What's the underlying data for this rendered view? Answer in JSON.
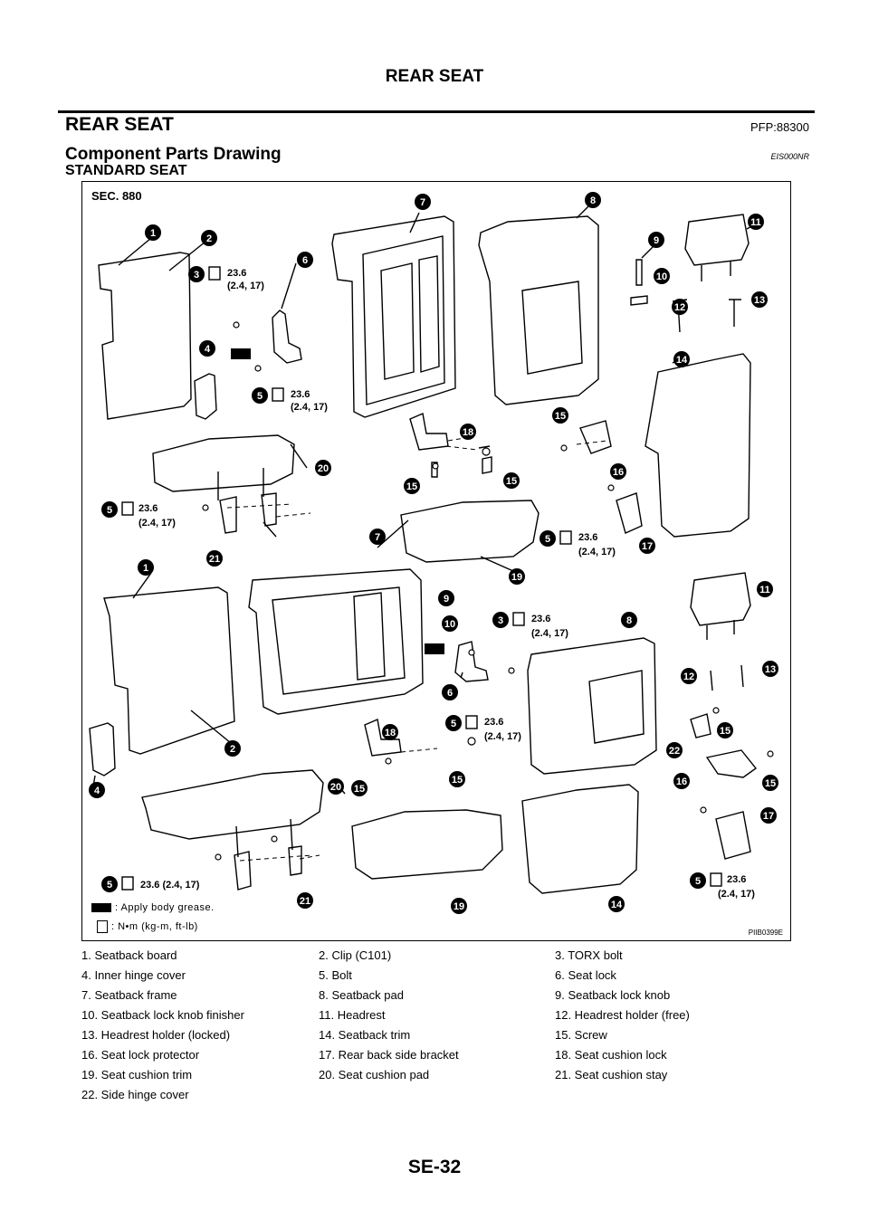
{
  "header": {
    "title": "REAR SEAT"
  },
  "section": {
    "title": "REAR SEAT",
    "pfp": "PFP:88300"
  },
  "subsection": {
    "title": "Component Parts Drawing",
    "code": "EIS000NR"
  },
  "subsubsection": {
    "title": "STANDARD SEAT"
  },
  "figure": {
    "sec": "SEC. 880",
    "code": "PIIB0399E",
    "torque_value": "23.6",
    "torque_alt": "(2.4, 17)",
    "torque_inline": "23.6 (2.4, 17)",
    "legend_grease": ": Apply body grease.",
    "legend_torque": ": N•m (kg-m, ft-lb)",
    "callout_numbers": [
      "1",
      "2",
      "3",
      "4",
      "5",
      "6",
      "7",
      "8",
      "9",
      "10",
      "11",
      "12",
      "13",
      "14",
      "15",
      "16",
      "17",
      "18",
      "19",
      "20",
      "21",
      "22"
    ]
  },
  "parts": [
    [
      "1. Seatback board",
      "2. Clip (C101)",
      "3. TORX bolt"
    ],
    [
      "4. Inner hinge cover",
      "5. Bolt",
      "6. Seat lock"
    ],
    [
      "7. Seatback frame",
      "8. Seatback pad",
      "9. Seatback lock knob"
    ],
    [
      "10. Seatback lock knob finisher",
      "11. Headrest",
      "12. Headrest holder (free)"
    ],
    [
      "13. Headrest holder (locked)",
      "14. Seatback trim",
      "15. Screw"
    ],
    [
      "16. Seat lock protector",
      "17. Rear back side bracket",
      "18. Seat cushion lock"
    ],
    [
      "19. Seat cushion trim",
      "20. Seat cushion pad",
      "21. Seat cushion stay"
    ],
    [
      "22. Side hinge cover",
      "",
      ""
    ]
  ],
  "footer": {
    "page": "SE-32"
  }
}
